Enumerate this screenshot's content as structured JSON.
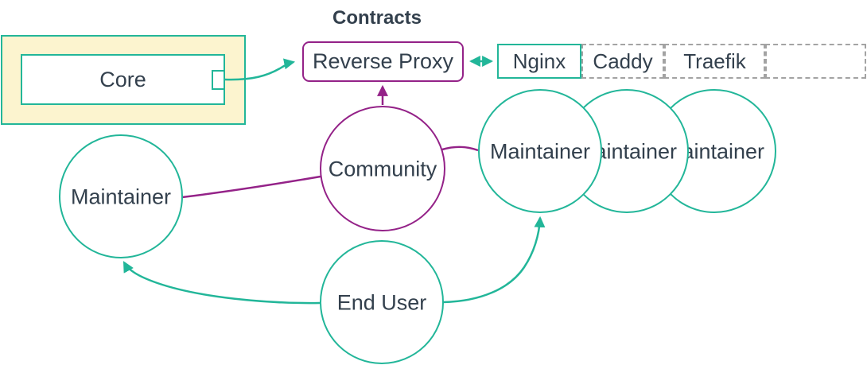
{
  "title": "Contracts",
  "colors": {
    "teal_accent": "#22b699",
    "purple_accent": "#942288",
    "text": "#33404d",
    "group_fill": "#fcf4cf",
    "dashed_cell_border": "#a3a3a3",
    "node_fill": "#ffffff"
  },
  "nodes": {
    "core_group": {
      "label": ""
    },
    "core": {
      "label": "Core"
    },
    "reverse_proxy": {
      "label": "Reverse Proxy"
    },
    "community": {
      "label": "Community"
    },
    "maintainer_left": {
      "label": "Maintainer"
    },
    "maintainers_right": [
      "Maintainer",
      "Maintainer",
      "Maintainer"
    ],
    "end_user": {
      "label": "End User"
    }
  },
  "proxy_options": {
    "cells": [
      "Nginx",
      "Caddy",
      "Traefik",
      ""
    ]
  },
  "edges": [
    {
      "from": "core",
      "to": "reverse-proxy",
      "style": "arrow",
      "color": "teal"
    },
    {
      "from": "reverse-proxy",
      "to": "proxy-options",
      "style": "double-arrow",
      "color": "teal"
    },
    {
      "from": "community",
      "to": "reverse-proxy",
      "style": "arrow",
      "color": "purple"
    },
    {
      "from": "community",
      "to": "maintainer-left",
      "style": "line",
      "color": "purple"
    },
    {
      "from": "community",
      "to": "maintainer-right-1",
      "style": "line",
      "color": "purple"
    },
    {
      "from": "end-user",
      "to": "maintainer-left",
      "style": "arrow",
      "color": "teal"
    },
    {
      "from": "end-user",
      "to": "maintainer-right-1",
      "style": "arrow",
      "color": "teal"
    }
  ]
}
